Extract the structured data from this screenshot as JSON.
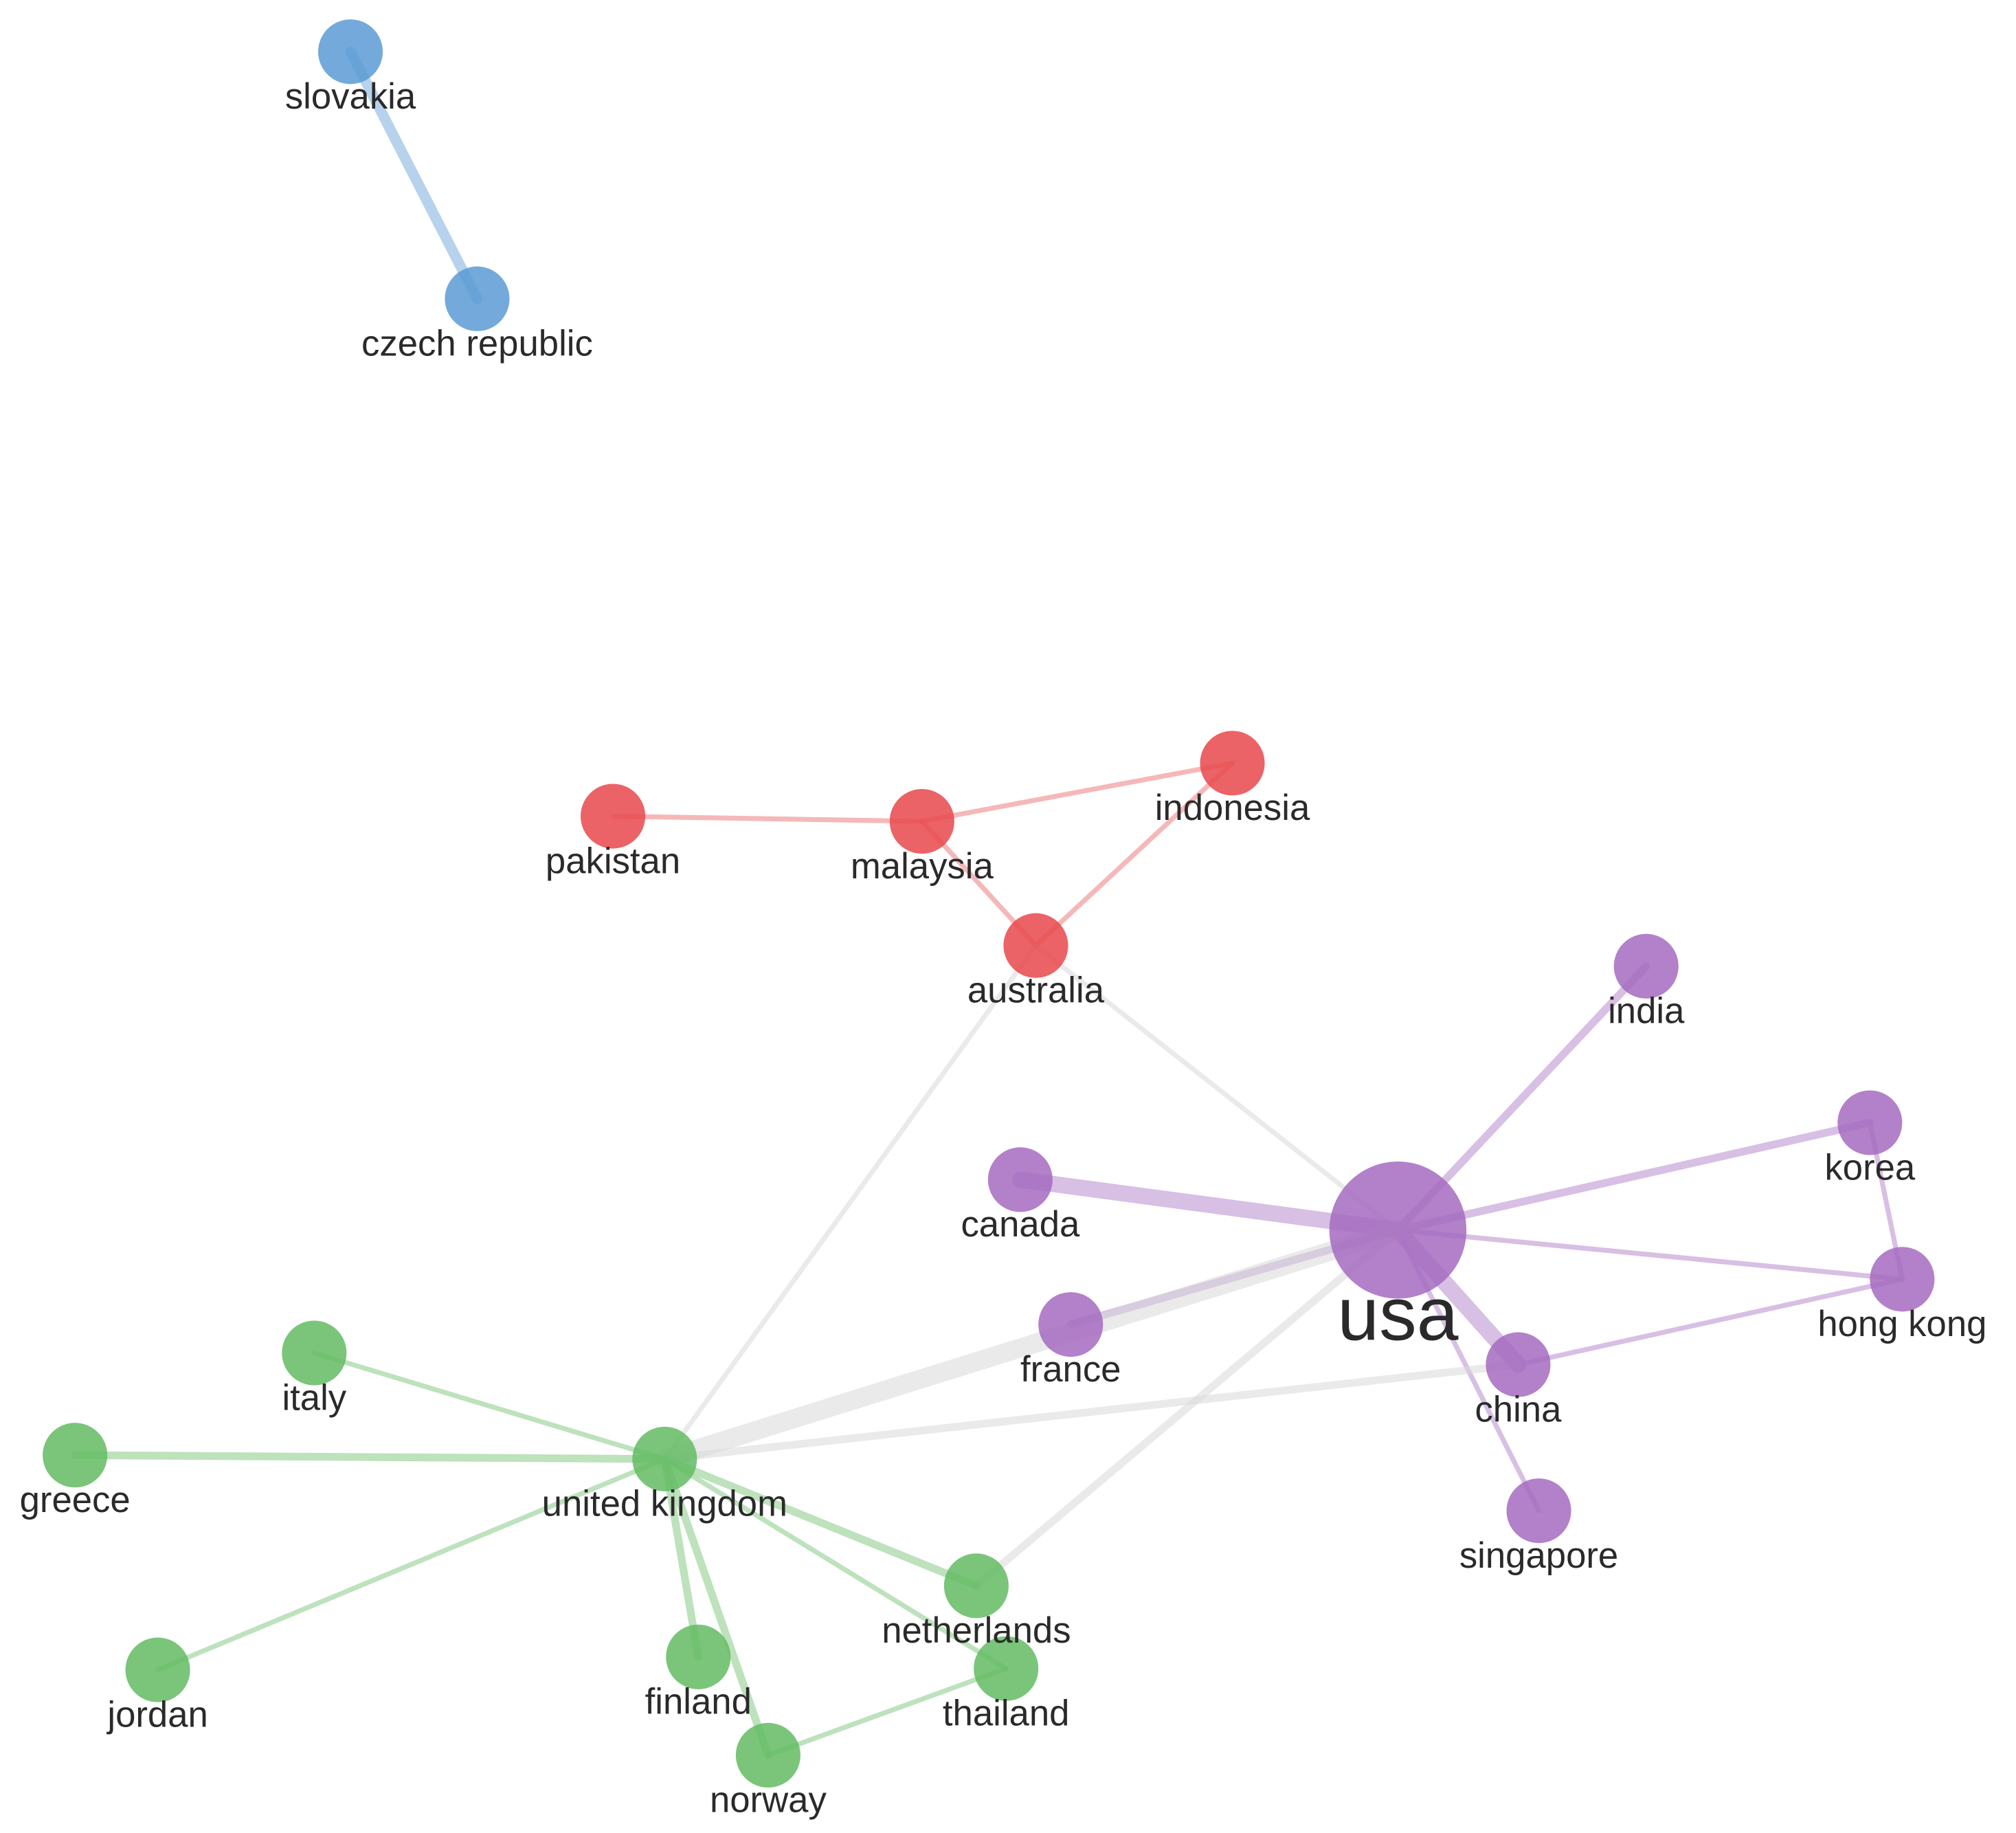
{
  "clusters": [
    {
      "id": "blue",
      "color": "#5b9bd5",
      "edge_color": "#9fc3e6"
    },
    {
      "id": "red",
      "color": "#e8484b",
      "edge_color": "#f2a0a2"
    },
    {
      "id": "purple",
      "color": "#a56bbf",
      "edge_color": "#cba9db"
    },
    {
      "id": "green",
      "color": "#63bb63",
      "edge_color": "#a7d8a5"
    },
    {
      "id": "inter",
      "color": "#c8c8c8",
      "edge_color": "#d9d9d9"
    }
  ],
  "nodes": [
    {
      "id": "slovakia",
      "label": "slovakia",
      "cluster": "blue",
      "size": 1
    },
    {
      "id": "czech-republic",
      "label": "czech republic",
      "cluster": "blue",
      "size": 1
    },
    {
      "id": "pakistan",
      "label": "pakistan",
      "cluster": "red",
      "size": 1
    },
    {
      "id": "malaysia",
      "label": "malaysia",
      "cluster": "red",
      "size": 1
    },
    {
      "id": "indonesia",
      "label": "indonesia",
      "cluster": "red",
      "size": 1
    },
    {
      "id": "australia",
      "label": "australia",
      "cluster": "red",
      "size": 1
    },
    {
      "id": "india",
      "label": "india",
      "cluster": "purple",
      "size": 1
    },
    {
      "id": "korea",
      "label": "korea",
      "cluster": "purple",
      "size": 1
    },
    {
      "id": "canada",
      "label": "canada",
      "cluster": "purple",
      "size": 1
    },
    {
      "id": "usa",
      "label": "usa",
      "cluster": "purple",
      "size": 4
    },
    {
      "id": "hong-kong",
      "label": "hong kong",
      "cluster": "purple",
      "size": 1
    },
    {
      "id": "france",
      "label": "france",
      "cluster": "purple",
      "size": 1
    },
    {
      "id": "china",
      "label": "china",
      "cluster": "purple",
      "size": 1
    },
    {
      "id": "singapore",
      "label": "singapore",
      "cluster": "purple",
      "size": 1
    },
    {
      "id": "italy",
      "label": "italy",
      "cluster": "green",
      "size": 1
    },
    {
      "id": "greece",
      "label": "greece",
      "cluster": "green",
      "size": 1
    },
    {
      "id": "united-kingdom",
      "label": "united kingdom",
      "cluster": "green",
      "size": 1
    },
    {
      "id": "netherlands",
      "label": "netherlands",
      "cluster": "green",
      "size": 1
    },
    {
      "id": "jordan",
      "label": "jordan",
      "cluster": "green",
      "size": 1
    },
    {
      "id": "finland",
      "label": "finland",
      "cluster": "green",
      "size": 1
    },
    {
      "id": "thailand",
      "label": "thailand",
      "cluster": "green",
      "size": 1
    },
    {
      "id": "norway",
      "label": "norway",
      "cluster": "green",
      "size": 1
    }
  ],
  "edges": [
    {
      "source": "slovakia",
      "target": "czech-republic",
      "cluster": "blue",
      "weight": 3
    },
    {
      "source": "pakistan",
      "target": "malaysia",
      "cluster": "red",
      "weight": 1
    },
    {
      "source": "malaysia",
      "target": "indonesia",
      "cluster": "red",
      "weight": 1
    },
    {
      "source": "malaysia",
      "target": "australia",
      "cluster": "red",
      "weight": 1
    },
    {
      "source": "indonesia",
      "target": "australia",
      "cluster": "red",
      "weight": 1
    },
    {
      "source": "australia",
      "target": "usa",
      "cluster": "inter",
      "weight": 1
    },
    {
      "source": "australia",
      "target": "united-kingdom",
      "cluster": "inter",
      "weight": 1
    },
    {
      "source": "usa",
      "target": "india",
      "cluster": "purple",
      "weight": 2
    },
    {
      "source": "usa",
      "target": "korea",
      "cluster": "purple",
      "weight": 2
    },
    {
      "source": "usa",
      "target": "canada",
      "cluster": "purple",
      "weight": 5
    },
    {
      "source": "usa",
      "target": "hong-kong",
      "cluster": "purple",
      "weight": 1
    },
    {
      "source": "usa",
      "target": "france",
      "cluster": "purple",
      "weight": 2
    },
    {
      "source": "usa",
      "target": "china",
      "cluster": "purple",
      "weight": 5
    },
    {
      "source": "usa",
      "target": "singapore",
      "cluster": "purple",
      "weight": 1
    },
    {
      "source": "korea",
      "target": "hong-kong",
      "cluster": "purple",
      "weight": 1
    },
    {
      "source": "china",
      "target": "hong-kong",
      "cluster": "purple",
      "weight": 1
    },
    {
      "source": "united-kingdom",
      "target": "usa",
      "cluster": "inter",
      "weight": 6
    },
    {
      "source": "united-kingdom",
      "target": "china",
      "cluster": "inter",
      "weight": 2
    },
    {
      "source": "netherlands",
      "target": "usa",
      "cluster": "inter",
      "weight": 2
    },
    {
      "source": "united-kingdom",
      "target": "italy",
      "cluster": "green",
      "weight": 1
    },
    {
      "source": "united-kingdom",
      "target": "greece",
      "cluster": "green",
      "weight": 2
    },
    {
      "source": "united-kingdom",
      "target": "jordan",
      "cluster": "green",
      "weight": 1
    },
    {
      "source": "united-kingdom",
      "target": "netherlands",
      "cluster": "green",
      "weight": 2
    },
    {
      "source": "united-kingdom",
      "target": "finland",
      "cluster": "green",
      "weight": 2
    },
    {
      "source": "united-kingdom",
      "target": "norway",
      "cluster": "green",
      "weight": 2
    },
    {
      "source": "united-kingdom",
      "target": "thailand",
      "cluster": "green",
      "weight": 1
    },
    {
      "source": "thailand",
      "target": "norway",
      "cluster": "green",
      "weight": 1
    }
  ]
}
